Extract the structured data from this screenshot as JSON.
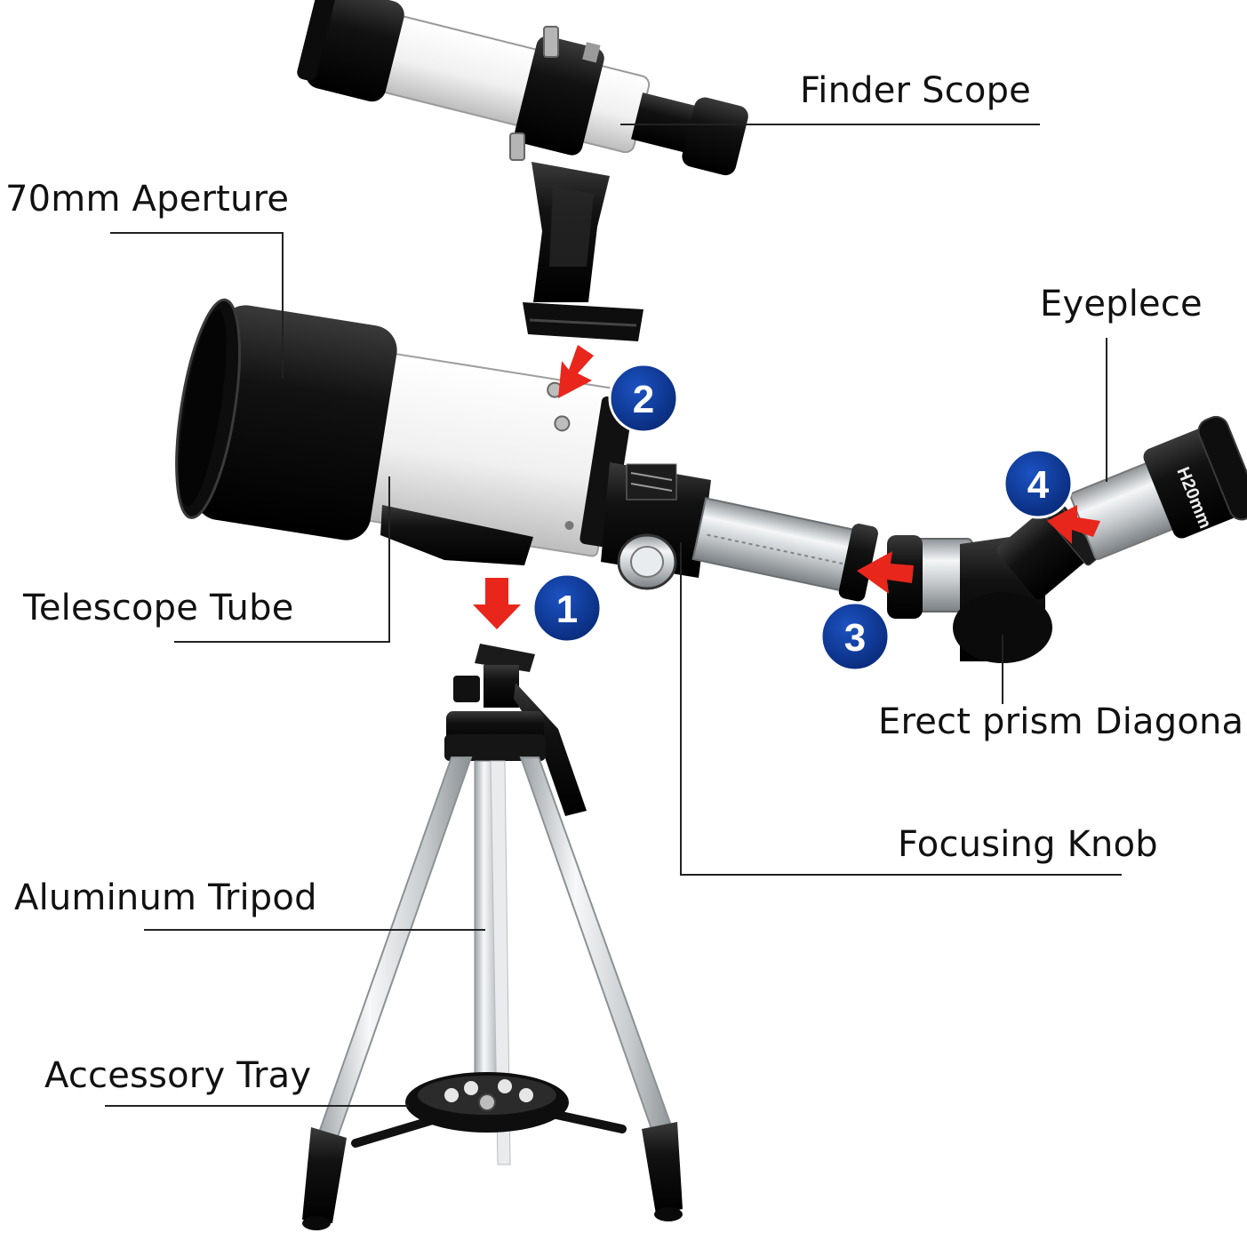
{
  "labels": {
    "finder_scope": "Finder Scope",
    "aperture": "70mm Aperture",
    "eyepiece": "Eyeplece",
    "telescope_tube": "Telescope Tube",
    "erect_prism": "Erect prism Diagonal",
    "focusing_knob": "Focusing Knob",
    "aluminum_tripod": "Aluminum Tripod",
    "accessory_tray": "Accessory Tray"
  },
  "steps": [
    "1",
    "2",
    "3",
    "4"
  ],
  "eyepiece_marking": "H20mm",
  "colors": {
    "badge": "#0d3a99",
    "arrow": "#e8261c",
    "leader_line": "#222222",
    "tube_white": "#f2f2f2",
    "metal_black": "#161616",
    "aluminum": "#cfd3d6"
  }
}
